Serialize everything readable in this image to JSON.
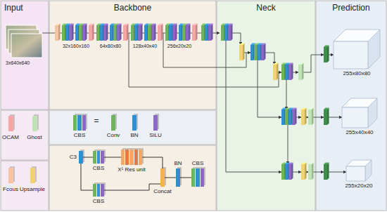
{
  "diagram": {
    "nodes": [
      {
        "text": [
          "Input"
        ]
      },
      {
        "text": [
          "Backbone"
        ]
      },
      {
        "text": [
          "Neck"
        ]
      },
      {
        "text": [
          "Prediction"
        ]
      },
      {
        "text": [
          "255x80x80"
        ],
        "in": 3
      },
      {
        "text": [
          "255x40x40"
        ],
        "in": 3
      },
      {
        "text": [
          "255x20x20"
        ],
        "in": 3
      },
      {
        "text": [
          "CBS"
        ]
      },
      {
        "text": [
          "Conv"
        ]
      },
      {
        "text": [
          "BN"
        ]
      },
      {
        "text": [
          "SiLU"
        ]
      },
      {
        "text": [
          "C3"
        ]
      },
      {
        "text": [
          "CBS"
        ]
      },
      {
        "text": [
          "X¹ Res unit"
        ]
      },
      {
        "text": [
          "CBS"
        ]
      },
      {
        "text": [
          "Concat"
        ]
      },
      {
        "text": [
          "BN"
        ]
      },
      {
        "text": [
          "CBS"
        ]
      }
    ],
    "edges": [
      {
        "from": 11,
        "to": 12,
        "arrow": "none"
      },
      {
        "from": 12,
        "to": 13,
        "arrow": "none"
      },
      {
        "from": 13,
        "to": 15,
        "arrow": "none"
      },
      {
        "from": 11,
        "to": 14,
        "arrow": "none"
      },
      {
        "from": 14,
        "to": 15,
        "arrow": "none"
      },
      {
        "from": 15,
        "to": 16,
        "arrow": "none"
      },
      {
        "from": 16,
        "to": 17,
        "arrow": "none"
      }
    ],
    "labels": [
      "3x640x640",
      "32x160x160",
      "64x80x80",
      "128x40x40",
      "256x20x20",
      "="
    ],
    "legend": [
      {
        "text": "OCAM",
        "color": "#f4a6a6"
      },
      {
        "text": "Ghost",
        "color": "#bfe3b5"
      },
      {
        "text": "Fcous",
        "color": "#f7c4a2"
      },
      {
        "text": "Upsample",
        "color": "#f1d36d"
      }
    ]
  }
}
